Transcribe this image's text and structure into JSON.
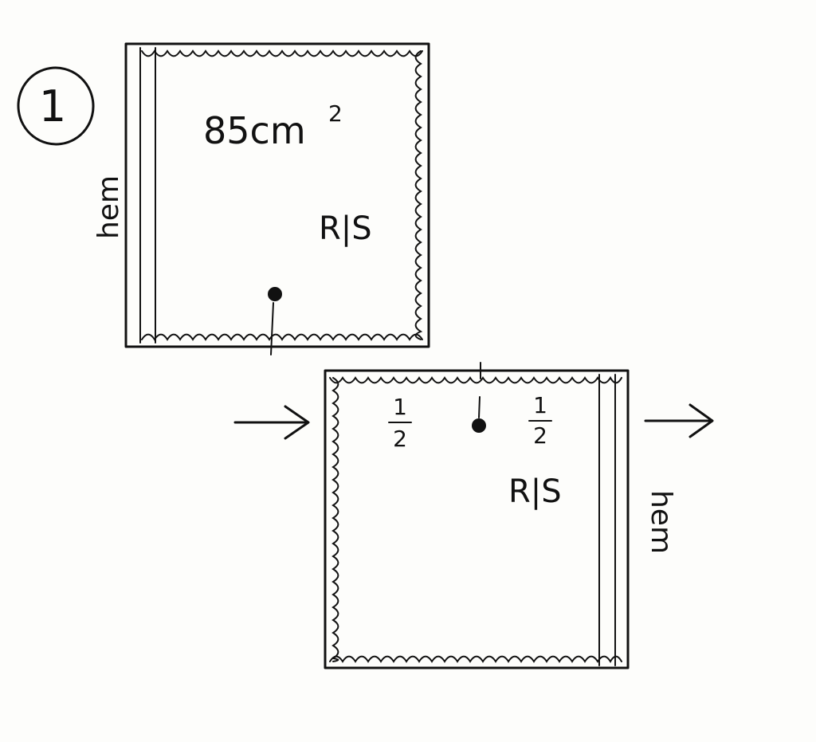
{
  "step_number": "1",
  "panel_top": {
    "size_label": "85cm",
    "size_exponent": "2",
    "side_label": "R|S",
    "hem_label": "hem"
  },
  "panel_bottom": {
    "half_left_num": "1",
    "half_left_den": "2",
    "half_right_num": "1",
    "half_right_den": "2",
    "side_label": "R|S",
    "hem_label": "hem"
  },
  "colors": {
    "ink": "#111111",
    "paper": "#fdfdfb"
  }
}
